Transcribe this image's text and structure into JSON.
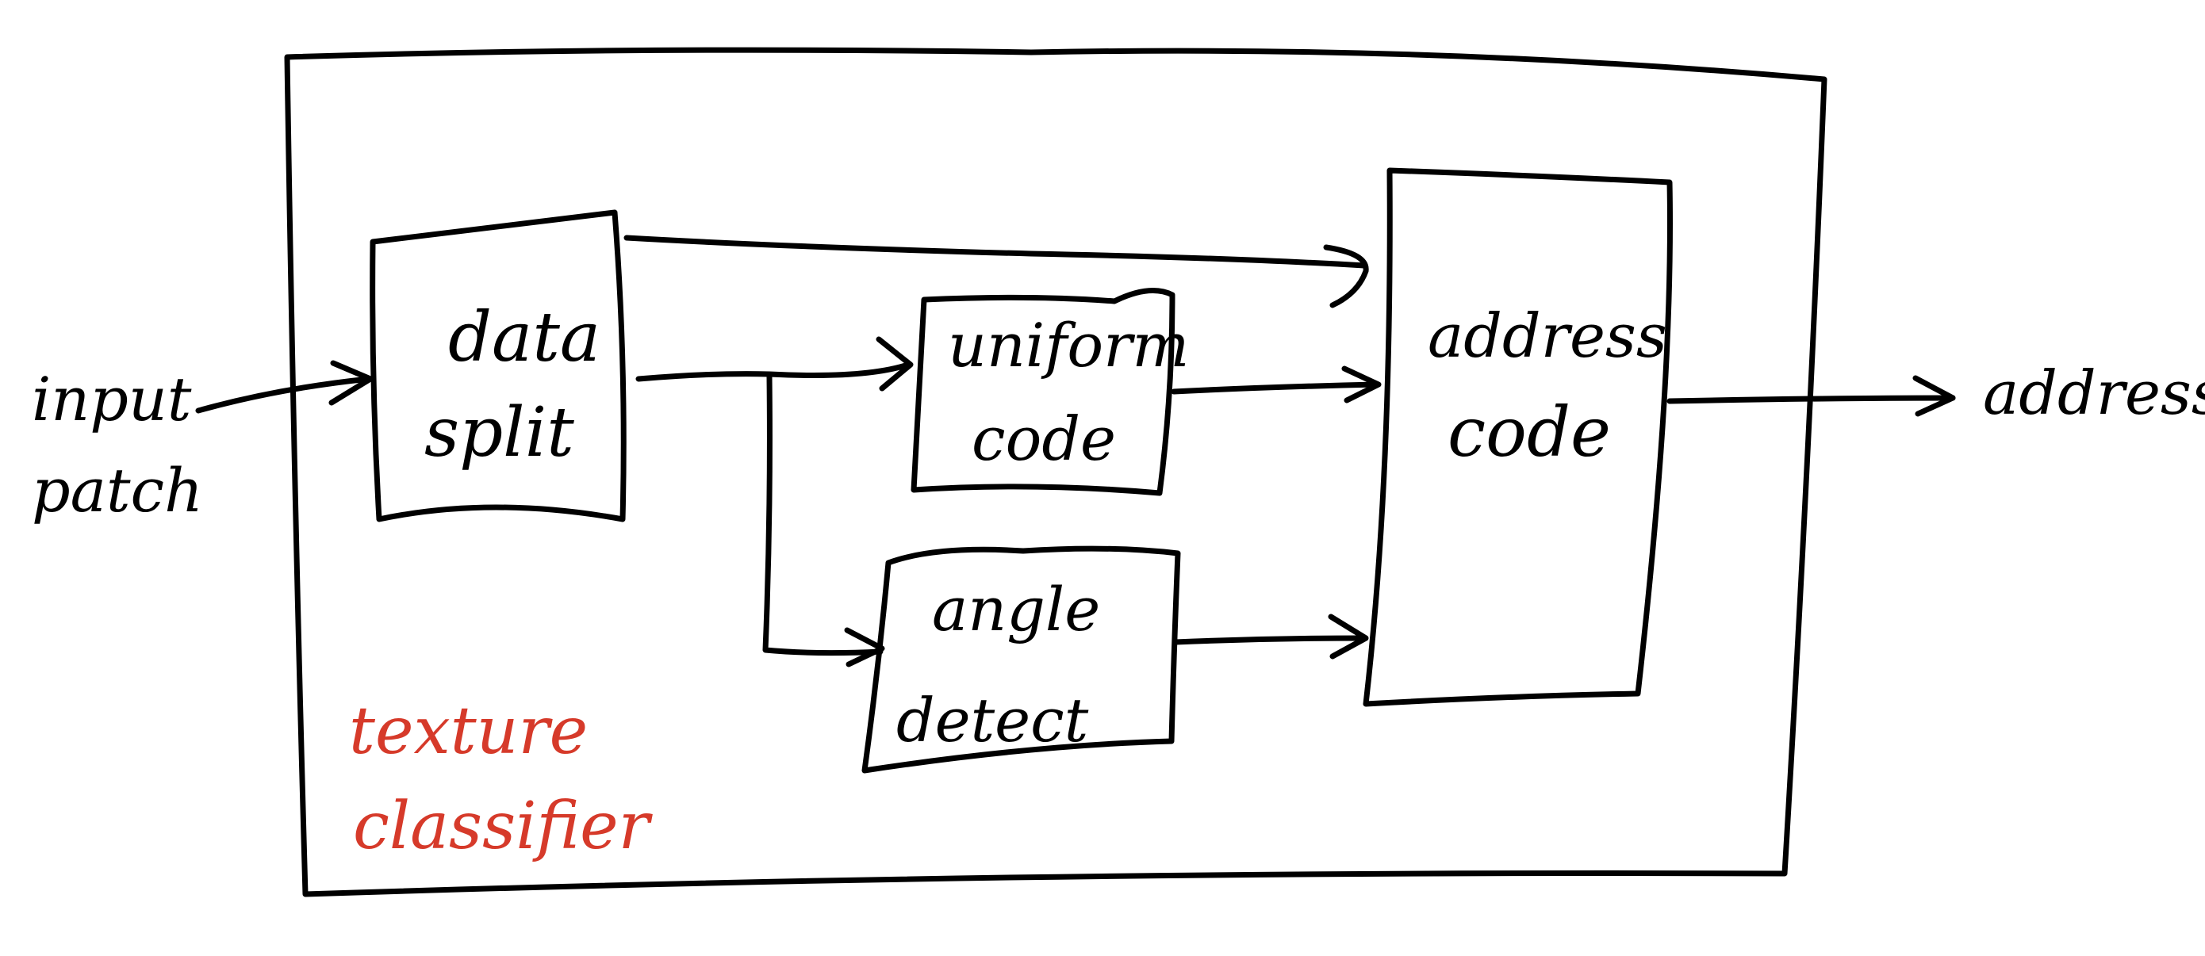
{
  "labels": {
    "input": [
      "input",
      "patch"
    ],
    "data_split": [
      "data",
      "split"
    ],
    "uniform_code": [
      "uniform",
      "code"
    ],
    "angle_detect": [
      "angle",
      "detect"
    ],
    "address_code": [
      "address",
      "code"
    ],
    "output": "address",
    "container": [
      "texture",
      "classifier"
    ]
  },
  "colors": {
    "ink": "#000000",
    "container_label": "#d63a2a",
    "background": "#ffffff"
  }
}
